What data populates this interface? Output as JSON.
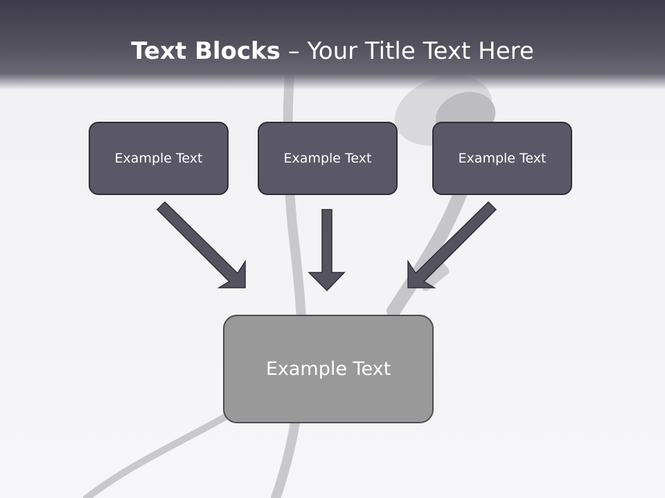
{
  "slide": {
    "title_bold": "Text Blocks",
    "title_separator": "–",
    "title_rest": "Your Title Text Here",
    "top_boxes": [
      {
        "label": "Example Text"
      },
      {
        "label": "Example Text"
      },
      {
        "label": "Example Text"
      }
    ],
    "bottom_box": {
      "label": "Example Text"
    }
  },
  "colors": {
    "header": "#4a4856",
    "box_dark": "#5a5866",
    "box_light": "#999999",
    "arrow": "#55535f",
    "text": "#ffffff"
  }
}
